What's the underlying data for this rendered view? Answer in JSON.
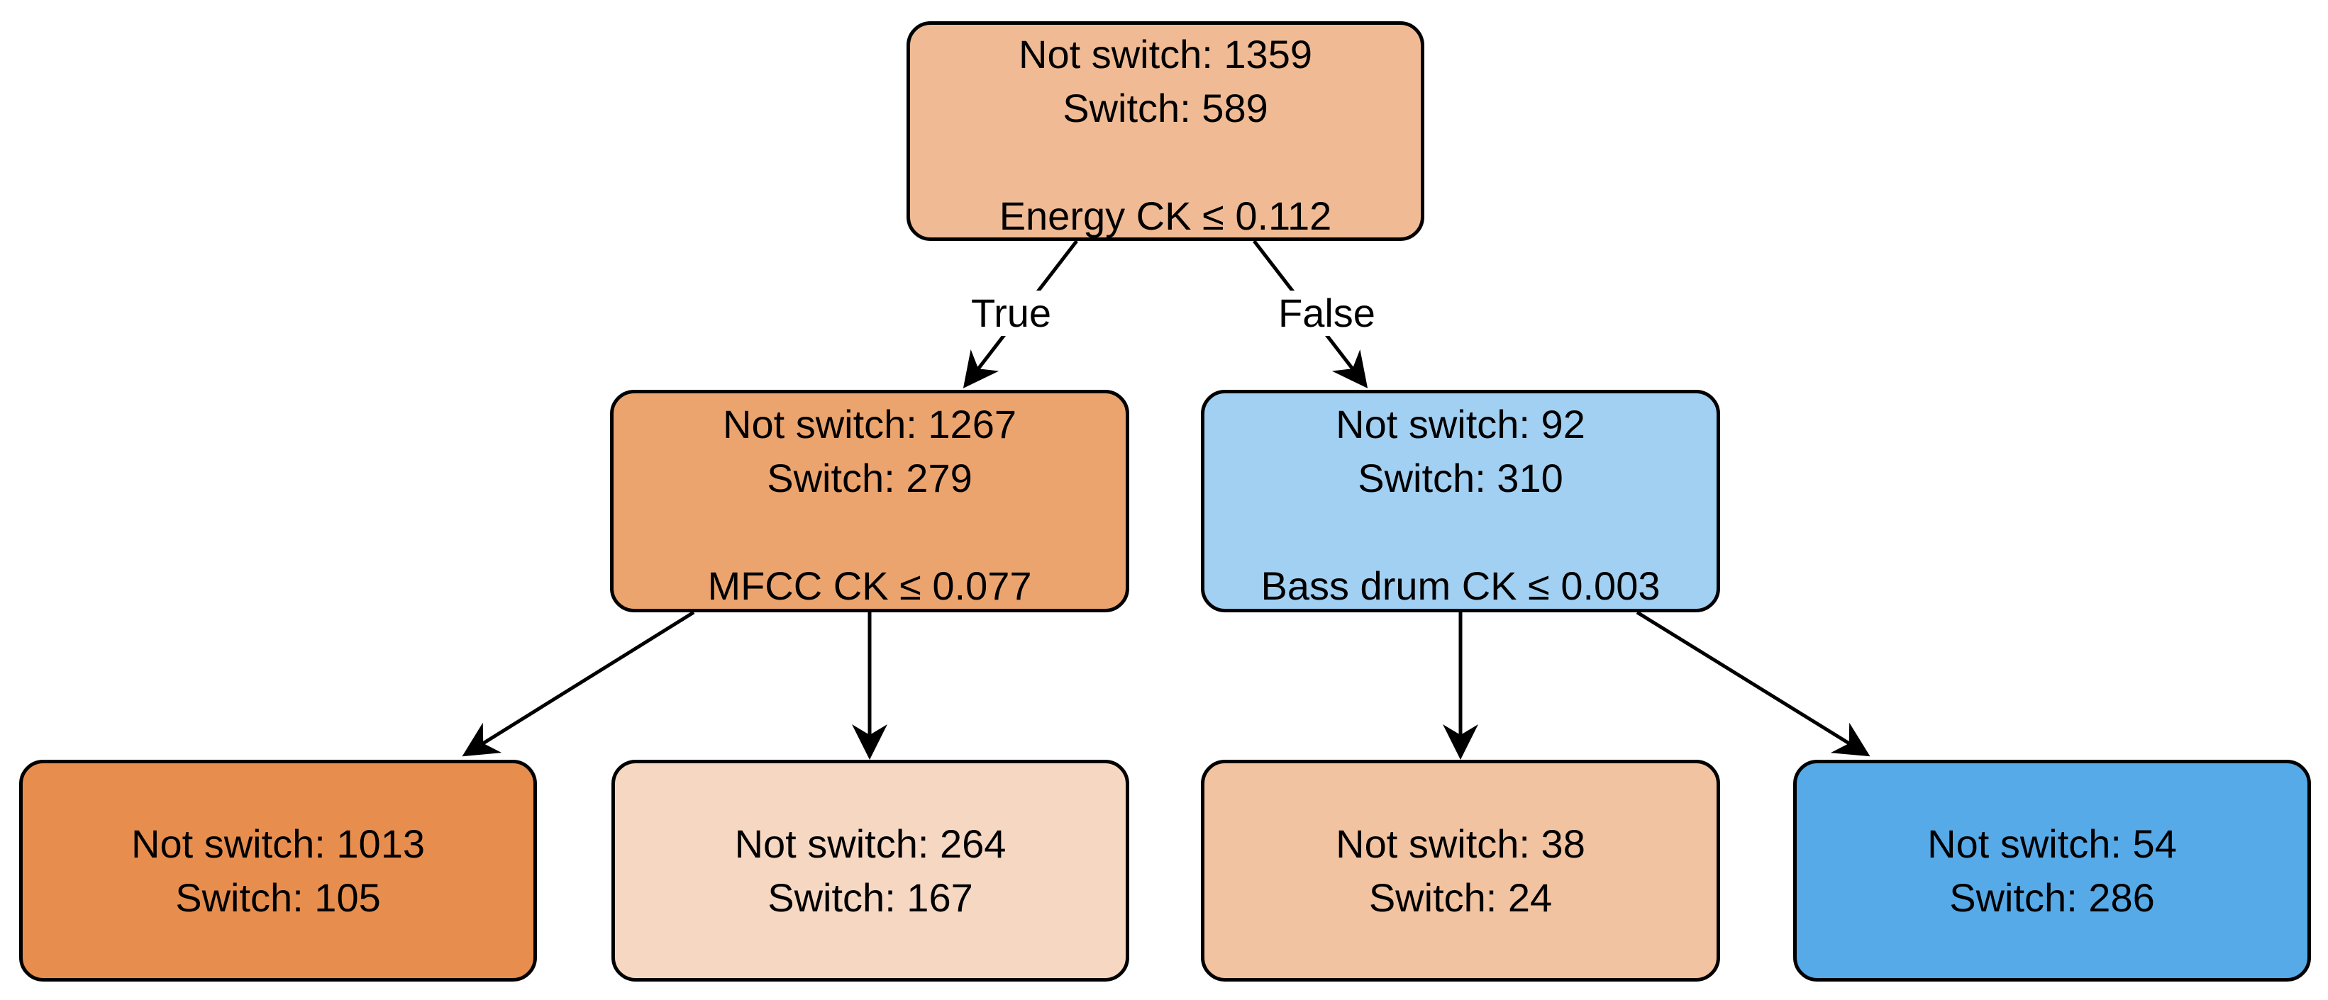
{
  "tree": {
    "root": {
      "not_switch": "Not switch: 1359",
      "switch": "Switch: 589",
      "rule": "Energy CK ≤ 0.112",
      "color": "#f0bb94"
    },
    "edge_labels": {
      "true": "True",
      "false": "False"
    },
    "left": {
      "not_switch": "Not switch: 1267",
      "switch": "Switch: 279",
      "rule": "MFCC CK ≤ 0.077",
      "color": "#eca46e"
    },
    "right": {
      "not_switch": "Not switch: 92",
      "switch": "Switch: 310",
      "rule": "Bass drum CK ≤ 0.003",
      "color": "#a2d0f2"
    },
    "left_left": {
      "not_switch": "Not switch: 1013",
      "switch": "Switch: 105",
      "color": "#e78e4f"
    },
    "left_right": {
      "not_switch": "Not switch: 264",
      "switch": "Switch: 167",
      "color": "#f6d8c2"
    },
    "right_left": {
      "not_switch": "Not switch: 38",
      "switch": "Switch: 24",
      "color": "#f2c3a0"
    },
    "right_right": {
      "not_switch": "Not switch: 54",
      "switch": "Switch: 286",
      "color": "#56aae8"
    },
    "edge_color": "#000000"
  }
}
